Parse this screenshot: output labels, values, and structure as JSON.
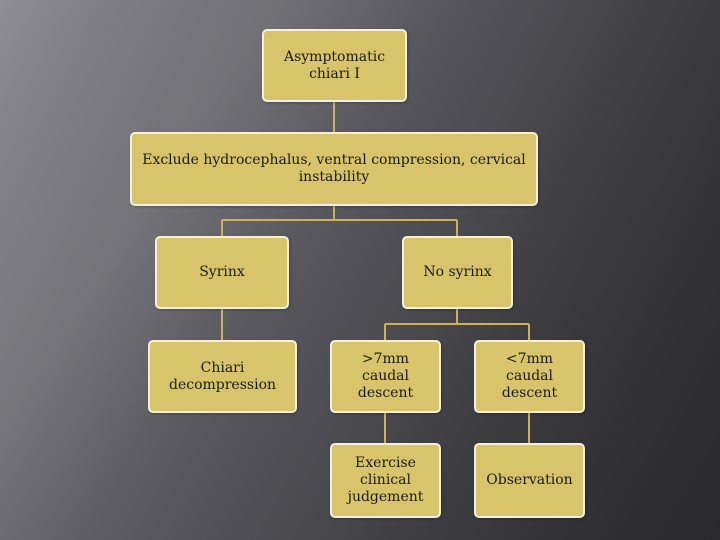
{
  "diagram": {
    "colors": {
      "node_fill": "#d8c46a",
      "node_border": "#f4f0de",
      "connector": "#c9b45a"
    },
    "nodes": {
      "root": "Asymptomatic chiari I",
      "exclude": "Exclude hydrocephalus, ventral compression, cervical instability",
      "syrinx": "Syrinx",
      "no_syrinx": "No syrinx",
      "chiari_decompression": "Chiari decompression",
      "gt7mm": ">7mm caudal descent",
      "lt7mm": "<7mm caudal descent",
      "exercise": "Exercise clinical judgement",
      "observation": "Observation"
    }
  }
}
